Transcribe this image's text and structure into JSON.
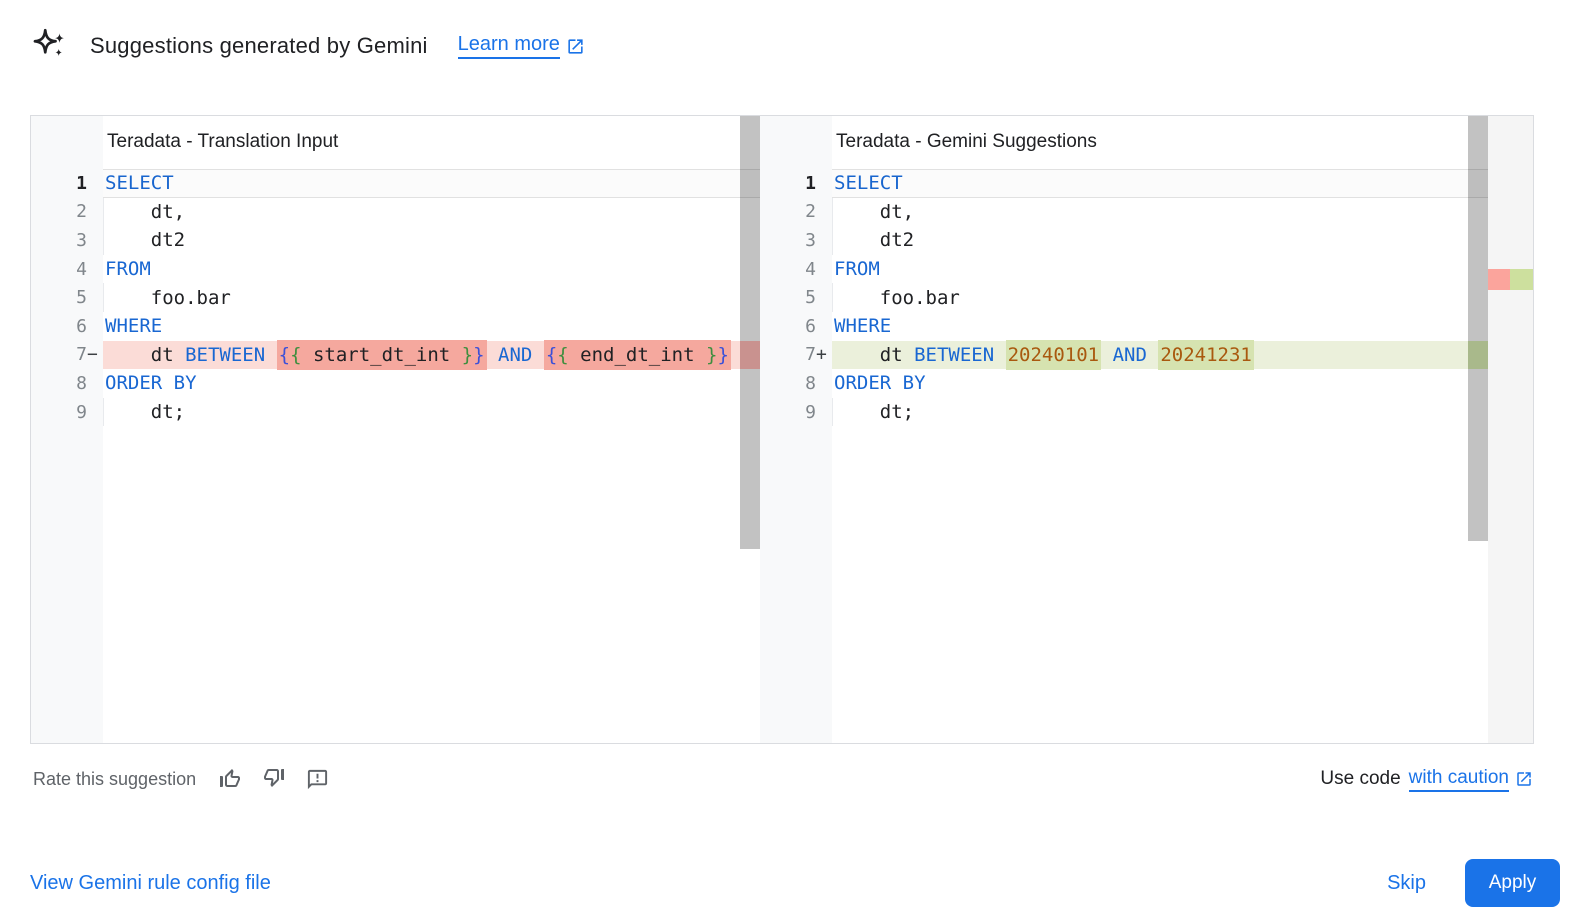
{
  "header": {
    "title": "Suggestions generated by Gemini",
    "learn_more_label": "Learn more"
  },
  "diff": {
    "panels": [
      {
        "title": "Teradata - Translation Input",
        "diff_kind": "deletion",
        "lines": [
          {
            "num": "1",
            "sign": "",
            "active": true,
            "tokens": [
              [
                "kw",
                "SELECT"
              ]
            ]
          },
          {
            "num": "2",
            "sign": "",
            "indent": true,
            "tokens": [
              [
                "tx",
                "    dt,"
              ]
            ]
          },
          {
            "num": "3",
            "sign": "",
            "indent": true,
            "tokens": [
              [
                "tx",
                "    dt2"
              ]
            ]
          },
          {
            "num": "4",
            "sign": "",
            "tokens": [
              [
                "kw",
                "FROM"
              ]
            ]
          },
          {
            "num": "5",
            "sign": "",
            "indent": true,
            "tokens": [
              [
                "tx",
                "    foo.bar"
              ]
            ]
          },
          {
            "num": "6",
            "sign": "",
            "tokens": [
              [
                "kw",
                "WHERE"
              ]
            ]
          },
          {
            "num": "7",
            "sign": "−",
            "band": "del",
            "tokens": [
              [
                "tx",
                "    dt "
              ],
              [
                "kw",
                "BETWEEN"
              ],
              [
                "tx",
                " "
              ],
              {
                "chunk": [
                  [
                    "bo",
                    "{"
                  ],
                  [
                    "bi",
                    "{"
                  ],
                  [
                    "tx",
                    " start_dt_int "
                  ],
                  [
                    "bi",
                    "}"
                  ],
                  [
                    "bo",
                    "}"
                  ]
                ]
              },
              [
                "tx",
                " "
              ],
              [
                "kw",
                "AND"
              ],
              [
                "tx",
                " "
              ],
              {
                "chunk": [
                  [
                    "bo",
                    "{"
                  ],
                  [
                    "bi",
                    "{"
                  ],
                  [
                    "tx",
                    " end_dt_int "
                  ],
                  [
                    "bi",
                    "}"
                  ],
                  [
                    "bo",
                    "}"
                  ]
                ]
              }
            ]
          },
          {
            "num": "8",
            "sign": "",
            "tokens": [
              [
                "kw",
                "ORDER BY"
              ]
            ]
          },
          {
            "num": "9",
            "sign": "",
            "indent": true,
            "tokens": [
              [
                "tx",
                "    dt;"
              ]
            ]
          }
        ]
      },
      {
        "title": "Teradata - Gemini Suggestions",
        "diff_kind": "addition",
        "lines": [
          {
            "num": "1",
            "sign": "",
            "active": true,
            "tokens": [
              [
                "kw",
                "SELECT"
              ]
            ]
          },
          {
            "num": "2",
            "sign": "",
            "indent": true,
            "tokens": [
              [
                "tx",
                "    dt,"
              ]
            ]
          },
          {
            "num": "3",
            "sign": "",
            "indent": true,
            "tokens": [
              [
                "tx",
                "    dt2"
              ]
            ]
          },
          {
            "num": "4",
            "sign": "",
            "tokens": [
              [
                "kw",
                "FROM"
              ]
            ]
          },
          {
            "num": "5",
            "sign": "",
            "indent": true,
            "tokens": [
              [
                "tx",
                "    foo.bar"
              ]
            ]
          },
          {
            "num": "6",
            "sign": "",
            "tokens": [
              [
                "kw",
                "WHERE"
              ]
            ]
          },
          {
            "num": "7",
            "sign": "+",
            "band": "add",
            "tokens": [
              [
                "tx",
                "    dt "
              ],
              [
                "kw",
                "BETWEEN"
              ],
              [
                "tx",
                " "
              ],
              {
                "chunk": [
                  [
                    "num",
                    "20240101"
                  ]
                ]
              },
              [
                "tx",
                " "
              ],
              [
                "kw",
                "AND"
              ],
              [
                "tx",
                " "
              ],
              {
                "chunk": [
                  [
                    "num",
                    "20241231"
                  ]
                ]
              }
            ]
          },
          {
            "num": "8",
            "sign": "",
            "tokens": [
              [
                "kw",
                "ORDER BY"
              ]
            ]
          },
          {
            "num": "9",
            "sign": "",
            "indent": true,
            "tokens": [
              [
                "tx",
                "    dt;"
              ]
            ]
          }
        ]
      }
    ]
  },
  "footer": {
    "rate_label": "Rate this suggestion",
    "rate_icons": [
      "thumb-up-icon",
      "thumb-down-icon",
      "feedback-icon"
    ],
    "use_code_prefix": "Use code",
    "use_code_link_label": "with caution",
    "view_rule_label": "View Gemini rule config file",
    "skip_label": "Skip",
    "apply_label": "Apply"
  },
  "colors": {
    "accent_blue": "#1a73e8",
    "text_primary": "#202124",
    "text_muted": "#5f6368",
    "keyword_blue": "#1967d2",
    "number_orange": "#a9590f",
    "brace_outer_blue": "#3b50d8",
    "brace_inner_green": "#3f8e3f",
    "deleted_line_bg": "#fbdcd7",
    "deleted_chunk_bg": "#f5a89e",
    "added_line_bg": "#ebf0db",
    "added_chunk_bg": "#d6e3b0",
    "gutter_bg": "#f8f9fa",
    "line_number": "#80868b",
    "panel_border": "#dadce0",
    "scrollbar_thumb": "#c2c2c2",
    "ruler_bg": "#f5f5f5",
    "ruler_red": "#fba49c",
    "ruler_green": "#cde09e",
    "scroll_marker_red": "rgba(217,48,37,0.32)",
    "scroll_marker_green": "rgba(130,170,50,0.38)"
  }
}
